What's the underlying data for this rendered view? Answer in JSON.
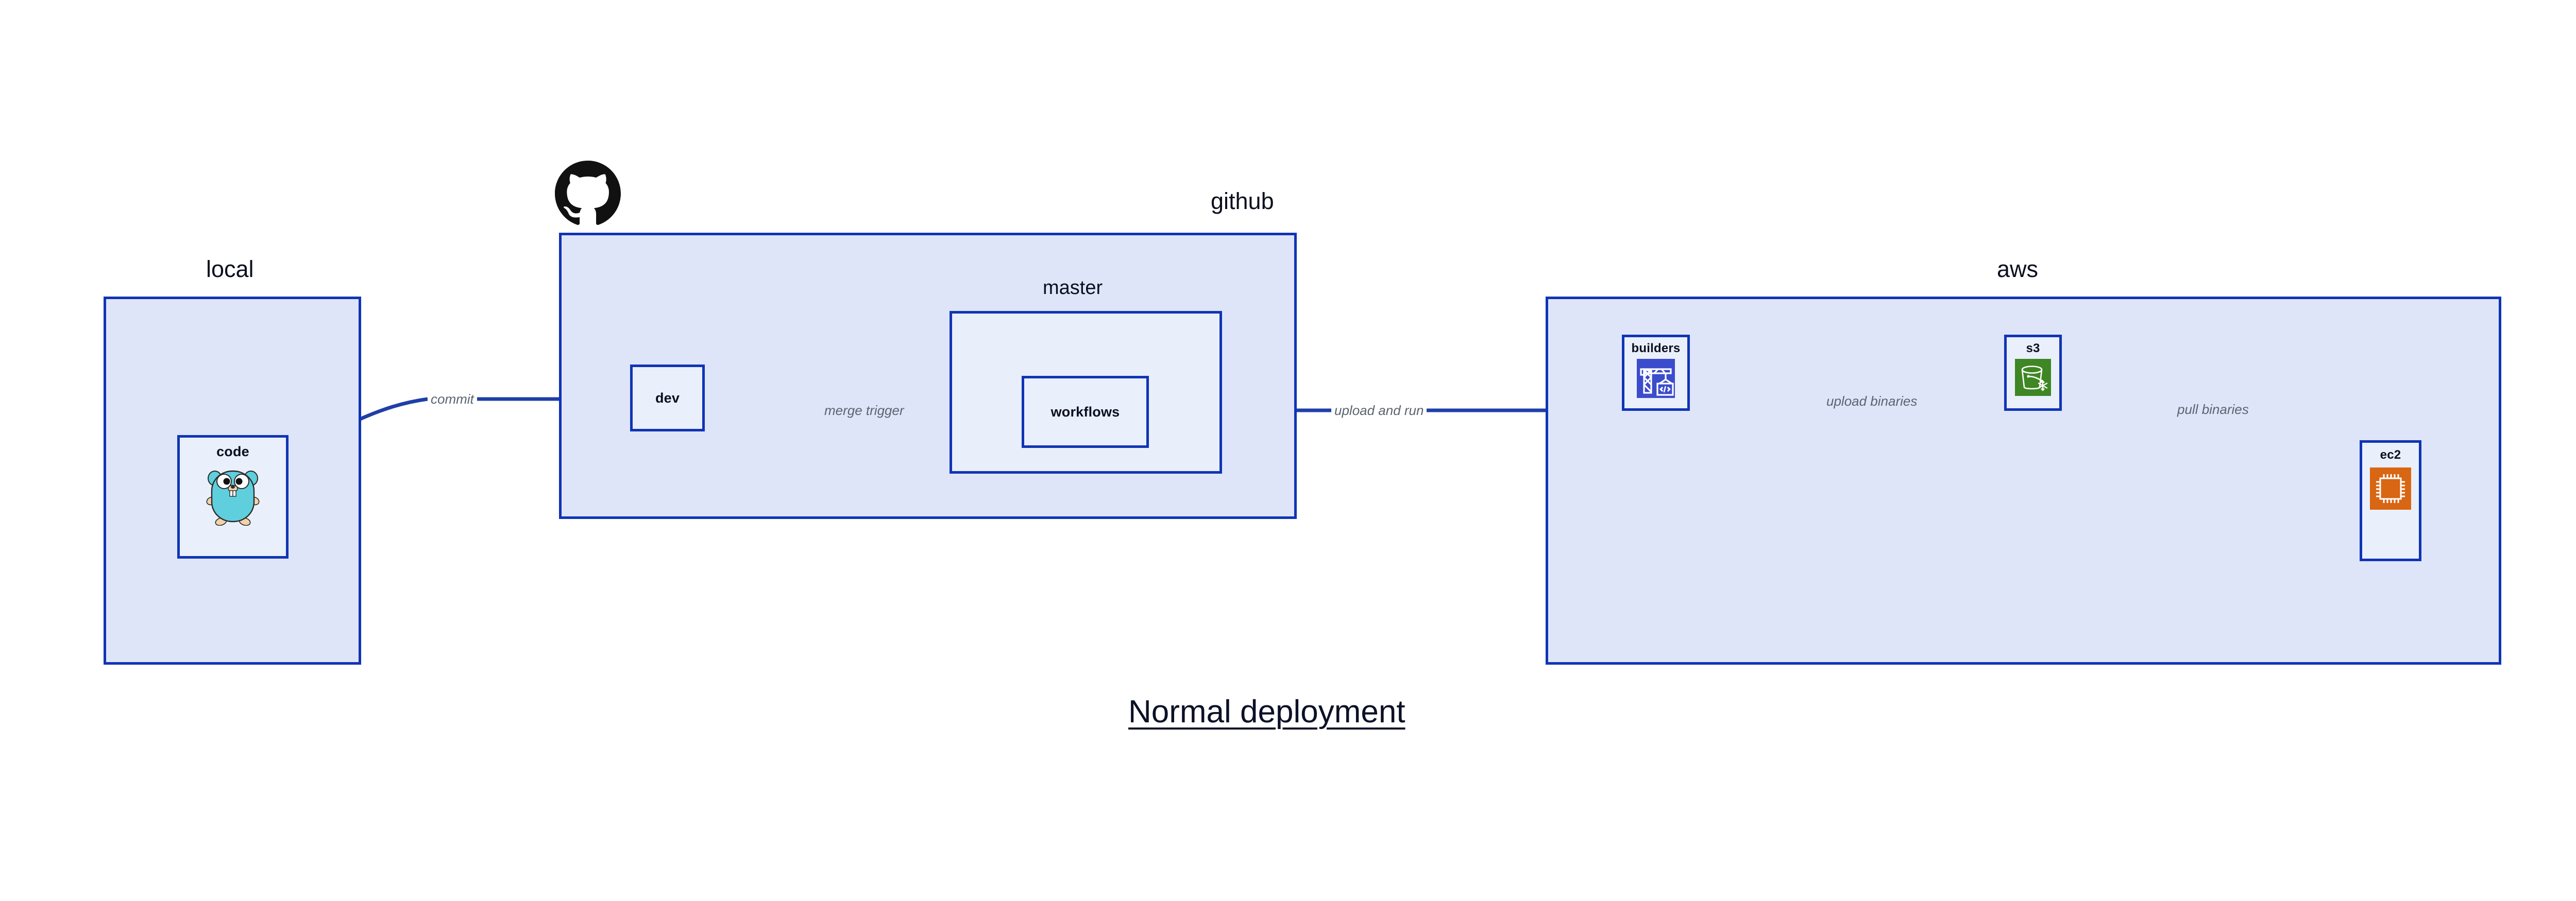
{
  "title": "Normal deployment",
  "colors": {
    "group_fill": "#dee5f8",
    "node_fill": "#eaeffc",
    "border": "#1034b5",
    "edge": "#1f3fa8",
    "edge_label": "#5c6470",
    "text": "#0b0f1f",
    "builders_icon": "#3b4ccc",
    "s3_icon": "#3f8624",
    "ec2_icon": "#d86613",
    "gopher_body": "#5fcfdd",
    "gopher_foot": "#f2d2a7",
    "octocat": "#111111"
  },
  "groups": [
    {
      "id": "local",
      "caption": "local"
    },
    {
      "id": "github",
      "caption": "github"
    },
    {
      "id": "aws",
      "caption": "aws"
    }
  ],
  "subgroups": [
    {
      "id": "master",
      "caption": "master",
      "parent": "github"
    }
  ],
  "nodes": [
    {
      "id": "code",
      "label": "code",
      "icon": "go-gopher-icon",
      "parent": "local"
    },
    {
      "id": "dev",
      "label": "dev",
      "icon": null,
      "parent": "github"
    },
    {
      "id": "workflows",
      "label": "workflows",
      "icon": null,
      "parent": "master"
    },
    {
      "id": "builders",
      "label": "builders",
      "icon": "aws-codebuild-icon",
      "parent": "aws"
    },
    {
      "id": "s3",
      "label": "s3",
      "icon": "aws-s3-glacier-icon",
      "parent": "aws"
    },
    {
      "id": "ec2",
      "label": "ec2",
      "icon": "aws-ec2-icon",
      "parent": "aws"
    }
  ],
  "edges": [
    {
      "id": "commit",
      "label": "commit",
      "from": "code",
      "to": "dev"
    },
    {
      "id": "merge-trigger",
      "label": "merge trigger",
      "from": "dev",
      "to": "workflows"
    },
    {
      "id": "upload-and-run",
      "label": "upload and run",
      "from": "workflows",
      "to": "builders"
    },
    {
      "id": "upload-binaries",
      "label": "upload binaries",
      "from": "builders",
      "to": "s3"
    },
    {
      "id": "pull-binaries",
      "label": "pull binaries",
      "from": "s3",
      "to": "ec2"
    }
  ],
  "logos": [
    {
      "id": "github-logo",
      "name": "github-octocat-icon"
    }
  ]
}
